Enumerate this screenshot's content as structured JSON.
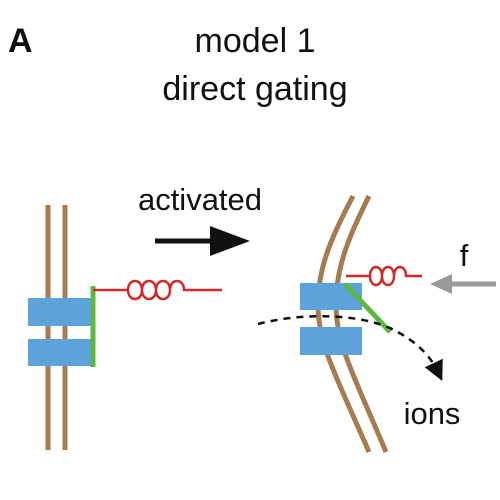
{
  "panel_label": "A",
  "title": {
    "line1": "model 1",
    "line2": "direct gating"
  },
  "labels": {
    "transition": "activated",
    "force": "f",
    "ions": "ions"
  },
  "colors": {
    "membrane": "#a57c52",
    "channel": "#5ea2dc",
    "gate": "#5cb843",
    "spring": "#cf2a2a",
    "arrow": "#111111",
    "force_arrow": "#9a9a9a",
    "text": "#111111"
  },
  "icons": {
    "transition_arrow": "arrow-right-icon",
    "force_arrow": "arrow-left-icon",
    "ion_path": "dashed-curved-arrow-icon"
  }
}
